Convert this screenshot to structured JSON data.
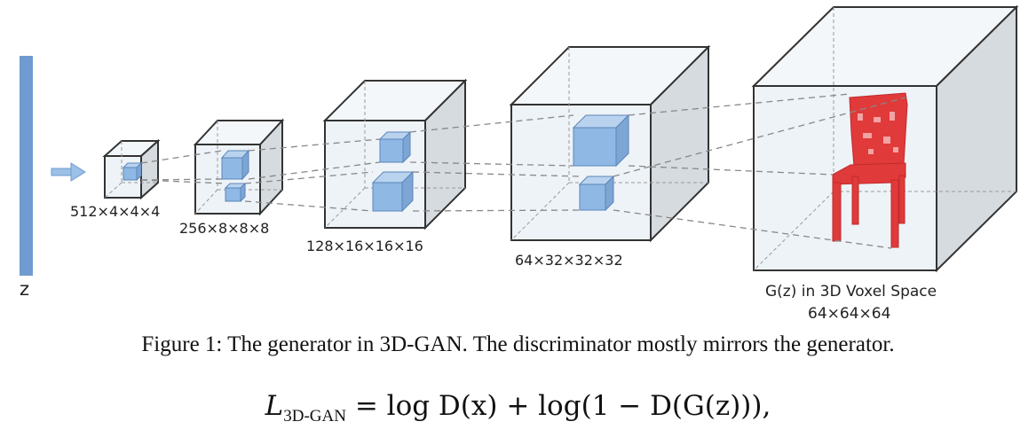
{
  "figure": {
    "input_label": "z",
    "layers": [
      {
        "shape": "512×4×4×4"
      },
      {
        "shape": "256×8×8×8"
      },
      {
        "shape": "128×16×16×16"
      },
      {
        "shape": "64×32×32×32"
      }
    ],
    "output_label_line1": "G(z) in 3D Voxel Space",
    "output_label_line2": "64×64×64",
    "caption": "Figure 1: The generator in 3D-GAN. The discriminator mostly mirrors the generator."
  },
  "equation": {
    "lhs_symbol": "L",
    "lhs_subscript": "3D-GAN",
    "rhs": "= log D(x) + log(1 − D(G(z))),"
  },
  "colors": {
    "input_bar": "#6f9bd0",
    "cube_fill": "#eef3f8",
    "kernel_fill": "#8fb8e4",
    "chair": "#e03a3a"
  }
}
